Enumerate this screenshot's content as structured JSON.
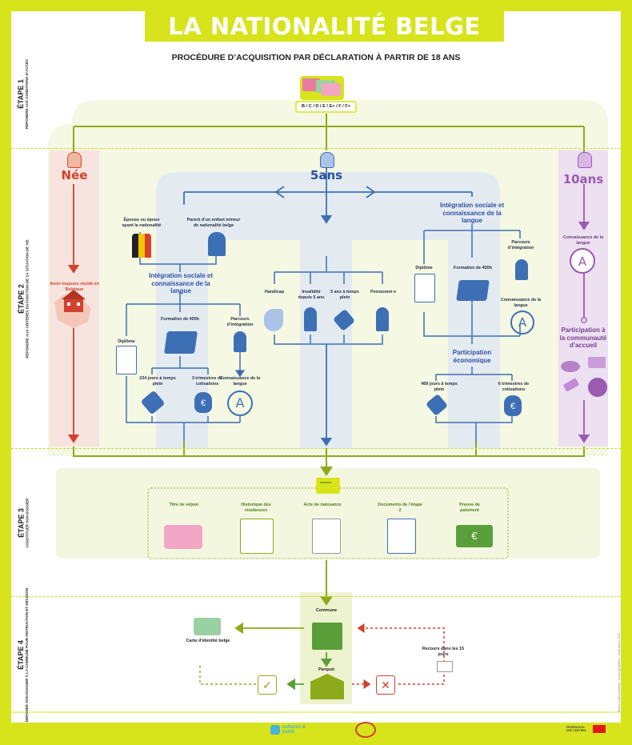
{
  "title": "LA NATIONALITÉ BELGE",
  "subtitle": "PROCÉDURE D’ACQUISITION PAR DÉCLARATION À PARTIR DE 18 ANS",
  "steps": [
    {
      "title": "ÉTAPE 1",
      "desc": "RÉPONDRE AUX CONDITIONS D’ACCÈS"
    },
    {
      "title": "ÉTAPE 2",
      "desc": "RÉPONDRE AUX CRITÈRES EN FONCTION DE SA SITUATION DE VIE"
    },
    {
      "title": "ÉTAPE 3",
      "desc": "CONSTITUER SON DOSSIER"
    },
    {
      "title": "ÉTAPE 4",
      "desc": "DÉPOSER SON DOSSIER À LA COMMUNE POUR INSTRUCTION ET DÉCISION"
    }
  ],
  "permits": "B / C / D / E / E+ / F / F+",
  "left_branch": {
    "title": "Née",
    "condition": "Avoir toujours résidé en Belgique"
  },
  "center_branch": {
    "title": "5ans",
    "family": {
      "spouse": "Épouse ou époux ayant la nationalité",
      "parent": "Parent d’un enfant mineur de nationalité belge",
      "integration": "Intégration sociale et connaissance de la langue",
      "diploma": "Diplôme",
      "training": "Formation de 400h",
      "course": "Parcours d’intégration",
      "days": "234 jours à temps plein",
      "quarters": "3 trimestres de cotisations",
      "language": "Connaissance de la langue"
    },
    "special": {
      "handicap": "Handicap",
      "invalidity": "Invalidité depuis 5 ans",
      "fulltime": "5 ans à temps plein",
      "pension": "Pensionné·e"
    },
    "work": {
      "integration": "Intégration sociale et connaissance de la langue",
      "diploma": "Diplôme",
      "training": "Formation de 400h",
      "course": "Parcours d’intégration",
      "language": "Connaissance de la langue",
      "participation": "Participation économique",
      "days": "468 jours à temps plein",
      "quarters": "6 trimestres de cotisations"
    }
  },
  "right_branch": {
    "title": "10ans",
    "language": "Connaissance de la langue",
    "participation": "Participation à la communauté d’accueil"
  },
  "documents": [
    "Titre de séjour",
    "Historique des résidences",
    "Acte de naissance",
    "Documents de l’étape 2",
    "Preuve de paiement"
  ],
  "step4": {
    "commune": "Commune",
    "parquet": "Parquet",
    "id_card": "Carte d’identité belge",
    "appeal": "Recours dans les 15 jours"
  },
  "logos": {
    "cultures": "cultures & santé",
    "fec": "FÉDÉRATION DES CENTRES"
  },
  "credit": "Édition Cultures&Santé · Droits Quotidiens · Illustrations: 2023",
  "colors": {
    "lime": "#d7e41b",
    "blue": "#3d6fb4",
    "red": "#d2422e",
    "purple": "#9a5bb0",
    "green": "#5a9e3a"
  }
}
